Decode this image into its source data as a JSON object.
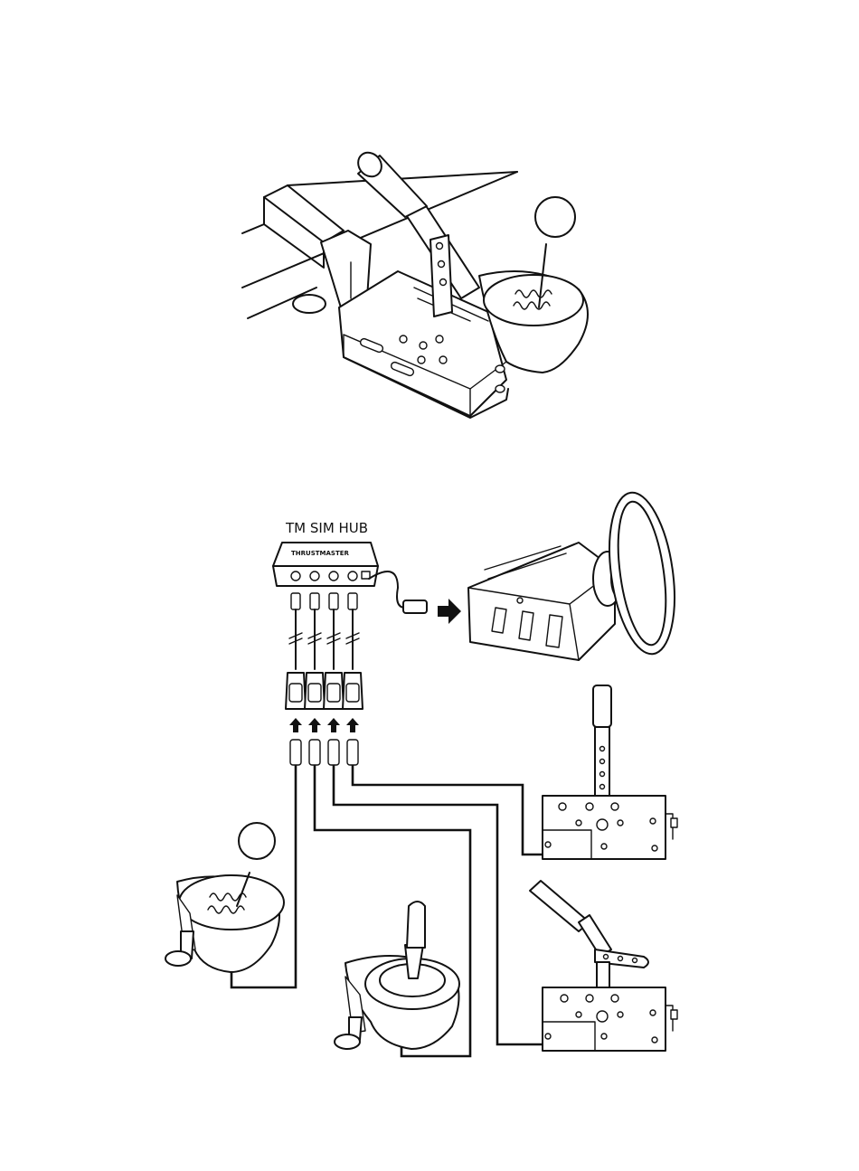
{
  "diagram": {
    "hub_label": "TM SIM HUB",
    "hub_brand": "THRUSTMASTER"
  },
  "colors": {
    "ink": "#111111",
    "background": "#ffffff"
  },
  "icons": [
    "handbrake-and-shifter-mounted-on-bar",
    "sim-hub-device",
    "racing-wheel-base",
    "arrow-right-icon",
    "arrow-up-icon",
    "h-pattern-shifter-th8a",
    "sequential-shifter",
    "sequential-shifter-sh8",
    "handbrake-tss"
  ]
}
